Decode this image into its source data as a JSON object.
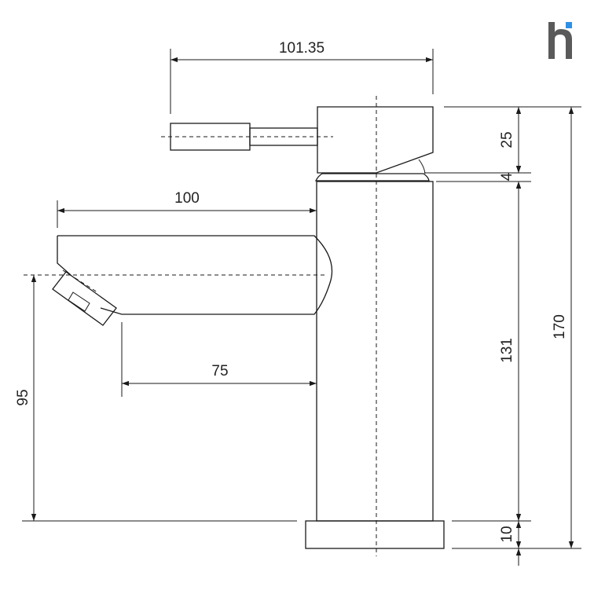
{
  "dimensions": {
    "handle_reach": "101.35",
    "handle_height": "25",
    "handle_gap": "4",
    "total_height": "170",
    "spout_length": "100",
    "spout_outlet_reach": "75",
    "outlet_height": "95",
    "body_height": "131",
    "base_height": "10"
  },
  "logo": {
    "letter": "h",
    "body_color": "#5a5a5a",
    "dot_color": "#2f8fe6"
  },
  "colors": {
    "line": "#1a1a1a"
  }
}
